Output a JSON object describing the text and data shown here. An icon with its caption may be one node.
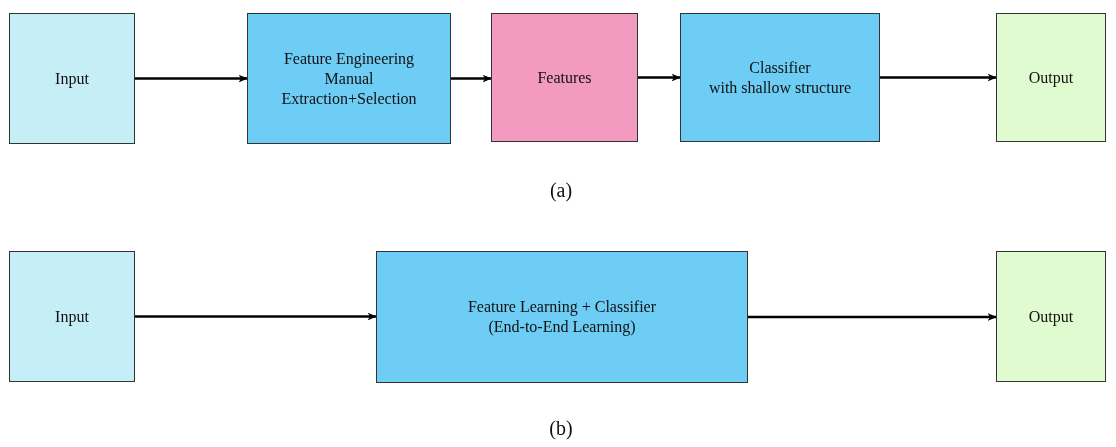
{
  "diagram": {
    "nodes": [
      {
        "text": [
          "Input"
        ]
      },
      {
        "text": [
          "Feature Engineering",
          "Manual",
          "Extraction+Selection"
        ]
      },
      {
        "text": [
          "Features"
        ]
      },
      {
        "text": [
          "Classifier",
          "with shallow structure"
        ]
      },
      {
        "text": [
          "Output"
        ]
      },
      {
        "text": [
          "Input"
        ]
      },
      {
        "text": [
          "Feature Learning + Classifier",
          "(End-to-End Learning)"
        ]
      },
      {
        "text": [
          "Output"
        ]
      }
    ],
    "edges": [
      {
        "from": 0,
        "to": 1,
        "arrow": "to"
      },
      {
        "from": 1,
        "to": 2,
        "arrow": "to"
      },
      {
        "from": 2,
        "to": 3,
        "arrow": "to"
      },
      {
        "from": 3,
        "to": 4,
        "arrow": "to"
      },
      {
        "from": 5,
        "to": 6,
        "arrow": "to"
      },
      {
        "from": 6,
        "to": 7,
        "arrow": "to"
      }
    ],
    "labels": [
      "(a)",
      "(b)"
    ]
  }
}
